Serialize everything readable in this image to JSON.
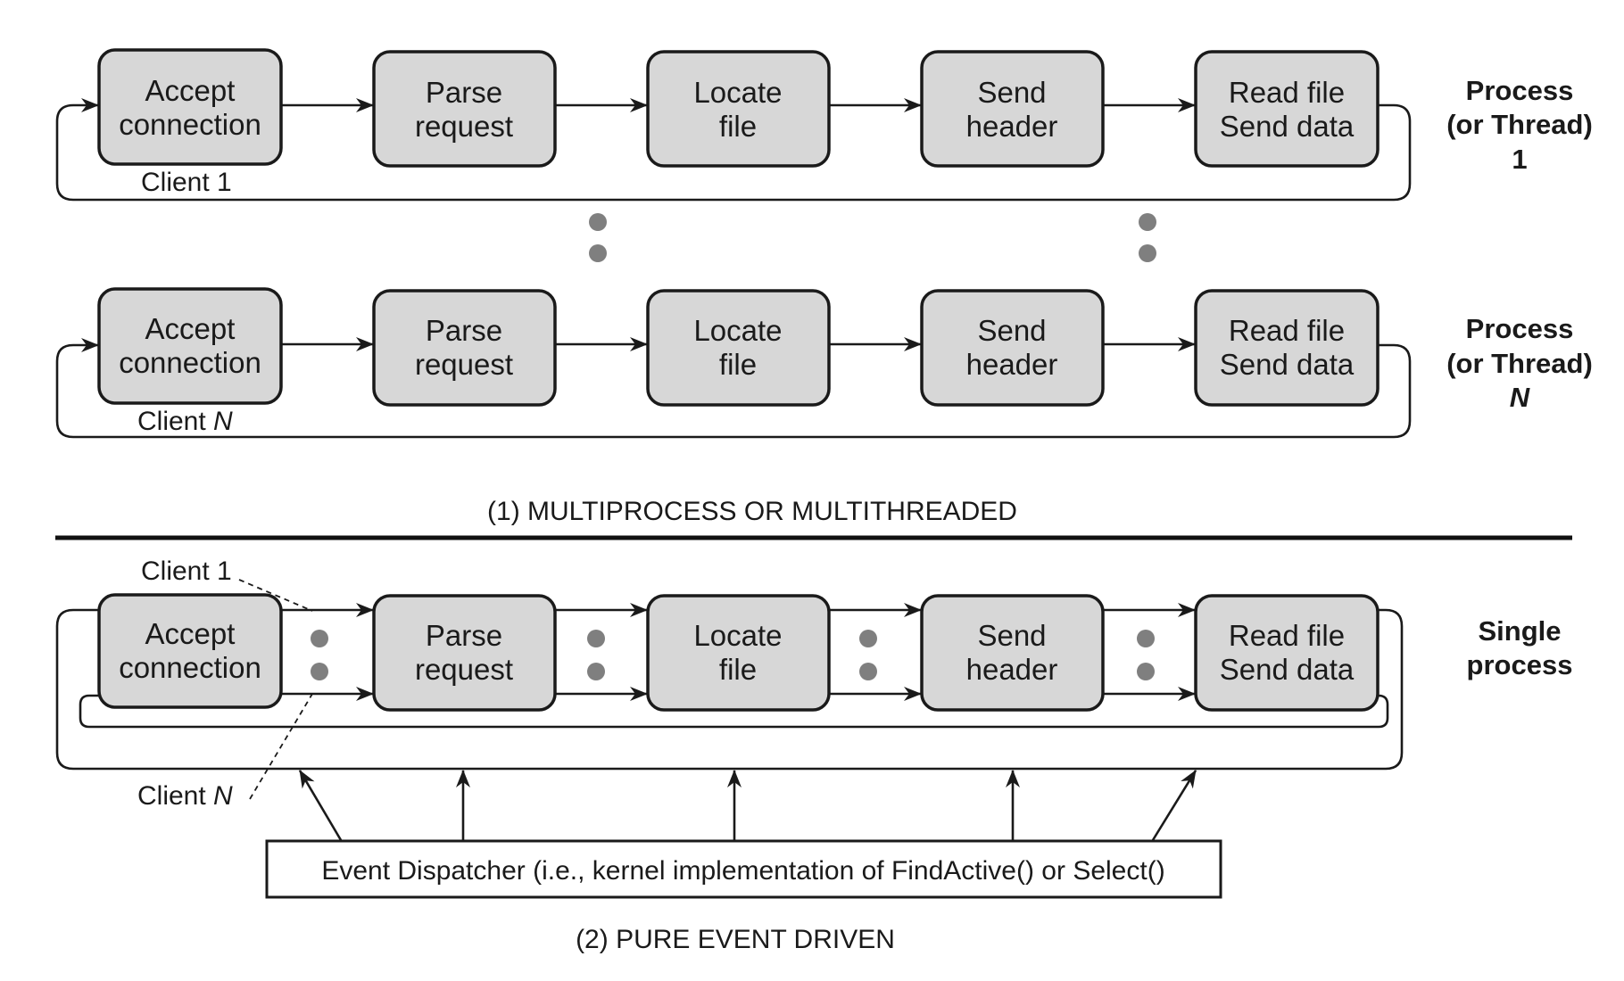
{
  "stages": [
    {
      "line1": "Accept",
      "line2": "connection"
    },
    {
      "line1": "Parse",
      "line2": "request"
    },
    {
      "line1": "Locate",
      "line2": "file"
    },
    {
      "line1": "Send",
      "line2": "header"
    },
    {
      "line1": "Read file",
      "line2": "Send data"
    }
  ],
  "multi": {
    "row1": {
      "client_label": "Client 1",
      "side_line1": "Process",
      "side_line2": "(or Thread)",
      "side_line3": "1"
    },
    "rowN": {
      "client_label": "Client",
      "client_var": "N",
      "side_line1": "Process",
      "side_line2": "(or Thread)",
      "side_line3": "N"
    },
    "caption": "(1) MULTIPROCESS OR MULTITHREADED"
  },
  "event": {
    "client1_label": "Client 1",
    "clientN_label": "Client",
    "clientN_var": "N",
    "side_line1": "Single",
    "side_line2": "process",
    "dispatcher": "Event Dispatcher (i.e., kernel implementation of FindActive() or Select()",
    "caption": "(2) PURE EVENT DRIVEN"
  }
}
